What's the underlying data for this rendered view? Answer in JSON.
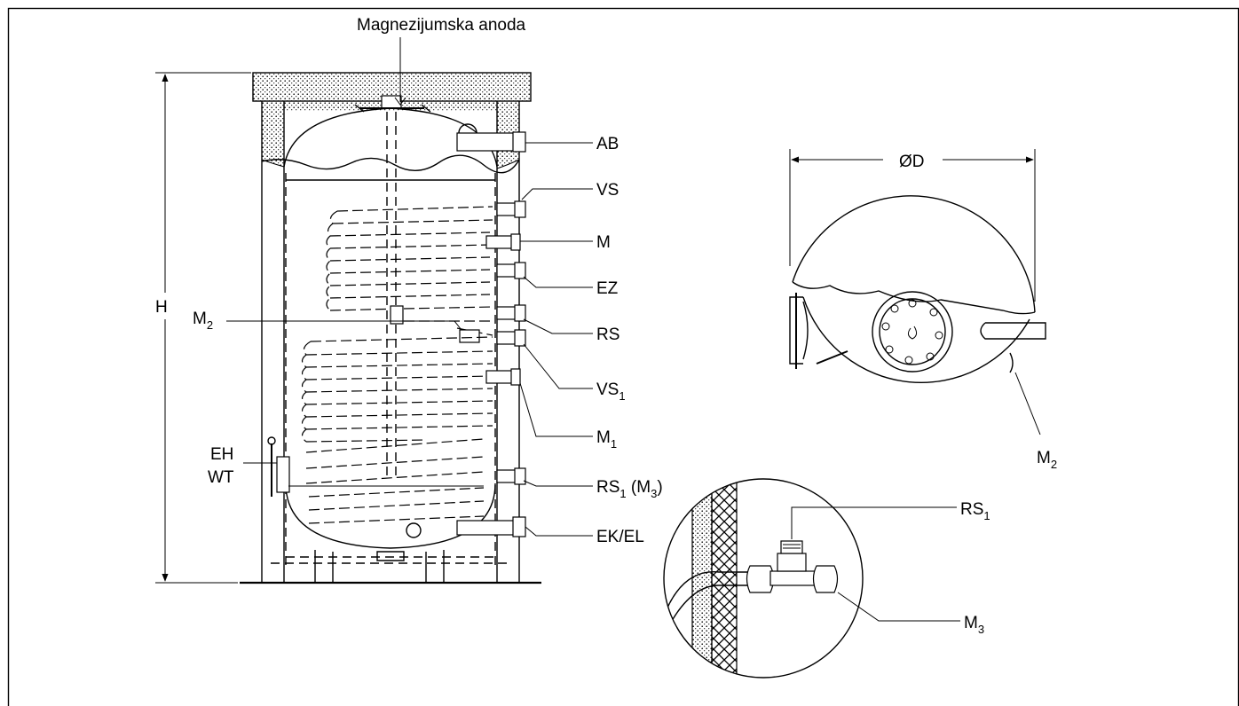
{
  "labels": {
    "anode": "Magnezijumska anoda",
    "height": "H",
    "ab": "AB",
    "vs": "VS",
    "m": "M",
    "ez": "EZ",
    "rs": "RS",
    "vs1_base": "VS",
    "vs1_sub": "1",
    "m1_base": "M",
    "m1_sub": "1",
    "rs1m3_base": "RS",
    "rs1m3_sub": "1",
    "rs1m3_paren_open": " (M",
    "rs1m3_paren_sub": "3",
    "rs1m3_paren_close": ")",
    "ekel": "EK/EL",
    "m2_base": "M",
    "m2_sub": "2",
    "eh": "EH",
    "wt": "WT",
    "diameter": "ØD",
    "top_m2_base": "M",
    "top_m2_sub": "2",
    "detail_rs1_base": "RS",
    "detail_rs1_sub": "1",
    "detail_m3_base": "M",
    "detail_m3_sub": "3"
  },
  "colors": {
    "line": "#000000",
    "background": "#ffffff",
    "insulation_pattern": "#000000"
  }
}
